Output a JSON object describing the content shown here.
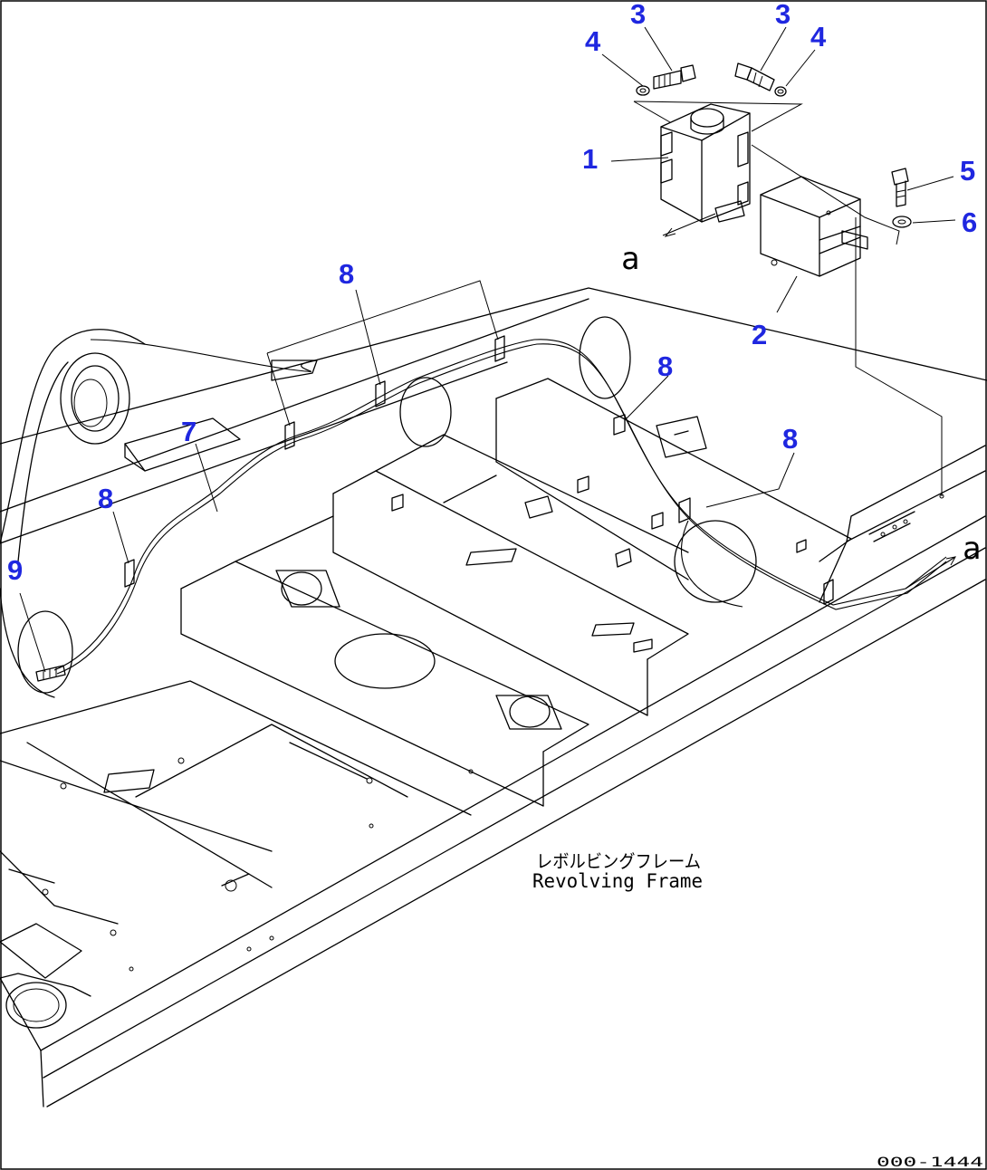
{
  "callouts": [
    {
      "id": "c4a",
      "text": "4"
    },
    {
      "id": "c3a",
      "text": "3"
    },
    {
      "id": "c3b",
      "text": "3"
    },
    {
      "id": "c4b",
      "text": "4"
    },
    {
      "id": "c1",
      "text": "1"
    },
    {
      "id": "c5",
      "text": "5"
    },
    {
      "id": "c6",
      "text": "6"
    },
    {
      "id": "c2",
      "text": "2"
    },
    {
      "id": "c8a",
      "text": "8"
    },
    {
      "id": "c8b",
      "text": "8"
    },
    {
      "id": "c8c",
      "text": "8"
    },
    {
      "id": "c8d",
      "text": "8"
    },
    {
      "id": "c7",
      "text": "7"
    },
    {
      "id": "c9",
      "text": "9"
    }
  ],
  "view_marks": {
    "left": "a",
    "right": "a"
  },
  "frame_label": {
    "japanese": "レボルビングフレーム",
    "english": "Revolving Frame"
  },
  "drawing_number": "000-1444",
  "colors": {
    "callout": "#1f27e0",
    "line": "#000000",
    "background": "#ffffff"
  }
}
